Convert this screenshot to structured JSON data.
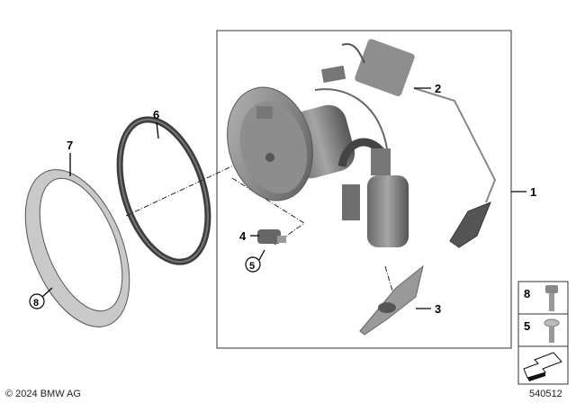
{
  "diagram": {
    "callouts": [
      {
        "id": "1",
        "circled": false
      },
      {
        "id": "2",
        "circled": false
      },
      {
        "id": "3",
        "circled": false
      },
      {
        "id": "4",
        "circled": false
      },
      {
        "id": "5",
        "circled": true
      },
      {
        "id": "6",
        "circled": false
      },
      {
        "id": "7",
        "circled": false
      },
      {
        "id": "8",
        "circled": true
      }
    ],
    "legend": {
      "rows": [
        {
          "number": "8",
          "icon": "hex-bolt-icon"
        },
        {
          "number": "5",
          "icon": "flange-bolt-icon"
        }
      ],
      "direction_icon": "arrow-down-left-icon"
    },
    "image_number": "540512",
    "copyright": "© 2024 BMW AG"
  },
  "colors": {
    "part_gray": "#8a8a8a",
    "dark_gray": "#4a4a4a",
    "frame": "#333333"
  }
}
